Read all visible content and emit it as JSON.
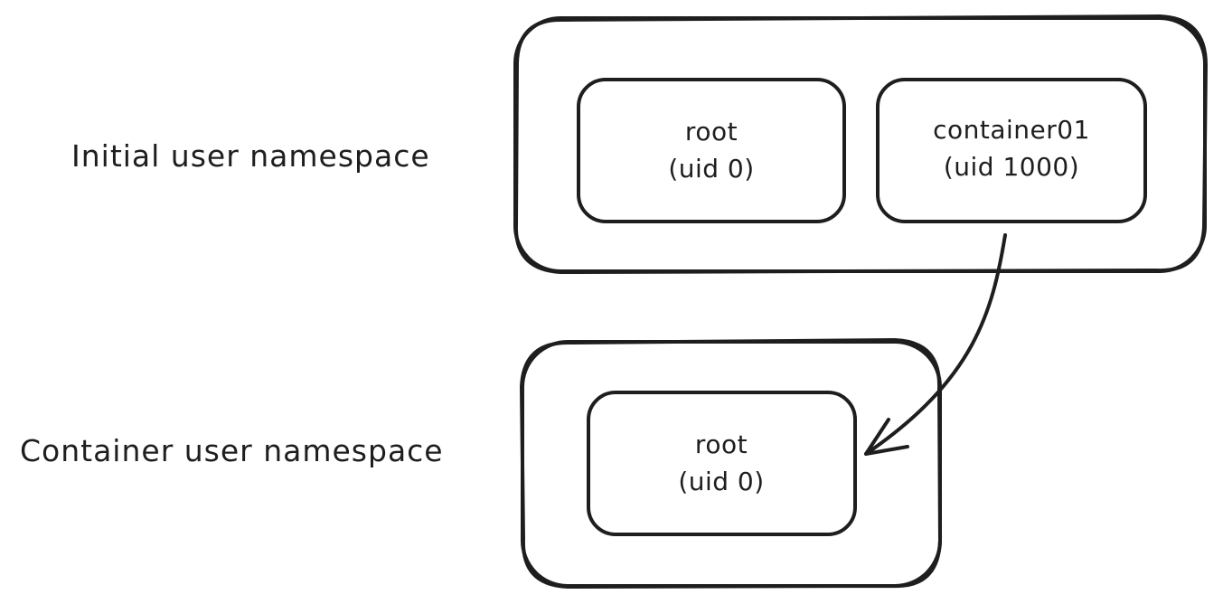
{
  "colors": {
    "stroke": "#1e1e1e",
    "initial_hatch": "#f4b6ba",
    "container_hatch": "#9cc8ec",
    "box_fill": "#ffffff"
  },
  "initial_namespace": {
    "label": "Initial user namespace",
    "users": [
      {
        "name": "root",
        "uid": "(uid 0)"
      },
      {
        "name": "container01",
        "uid": "(uid 1000)"
      }
    ]
  },
  "container_namespace": {
    "label": "Container user namespace",
    "users": [
      {
        "name": "root",
        "uid": "(uid 0)"
      }
    ]
  }
}
